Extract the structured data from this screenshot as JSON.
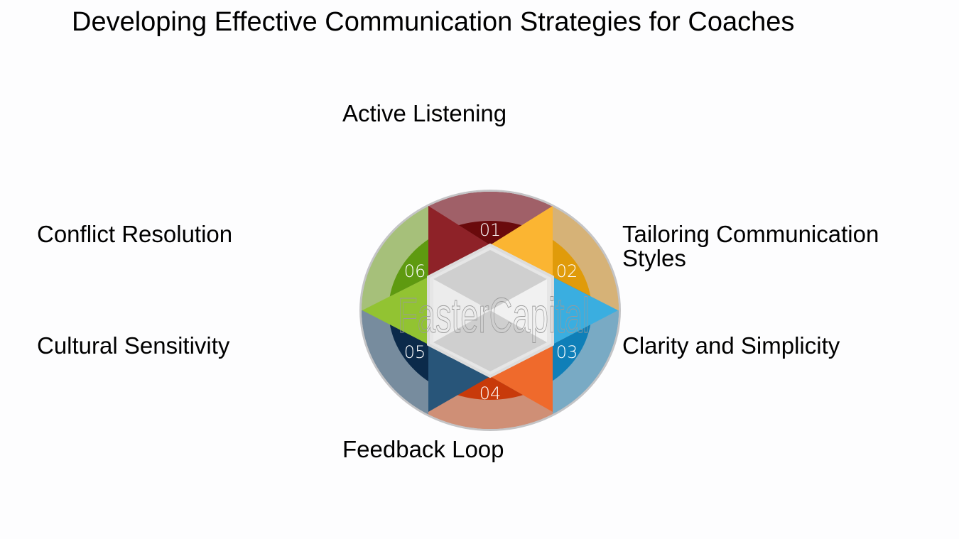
{
  "title": "Developing Effective Communication Strategies for Coaches",
  "diagram": {
    "type": "hexagram-cycle",
    "watermark": "FasterCapital",
    "segments": [
      {
        "number": "01",
        "label": "Active Listening",
        "color": "#8e2228",
        "dark": "#6a0a0c",
        "ring": "#a06068"
      },
      {
        "number": "02",
        "label": "Tailoring Communication Styles",
        "label_lines": [
          "Tailoring Communication",
          "Styles"
        ],
        "color": "#fbb532",
        "dark": "#e09b0a",
        "ring": "#d6b277"
      },
      {
        "number": "03",
        "label": "Clarity and Simplicity",
        "color": "#3aaee0",
        "dark": "#0f7fb8",
        "ring": "#79aac4"
      },
      {
        "number": "04",
        "label": "Feedback Loop",
        "color": "#ef6a2c",
        "dark": "#c83a0a",
        "ring": "#cf8f76"
      },
      {
        "number": "05",
        "label": "Cultural Sensitivity",
        "color": "#285579",
        "dark": "#0b2a4a",
        "ring": "#778c9e"
      },
      {
        "number": "06",
        "label": "Conflict Resolution",
        "color": "#92c332",
        "dark": "#5e9a10",
        "ring": "#a6c07a"
      }
    ],
    "center_color": "#d0d0d0",
    "outline_color": "#c0c0c0"
  }
}
